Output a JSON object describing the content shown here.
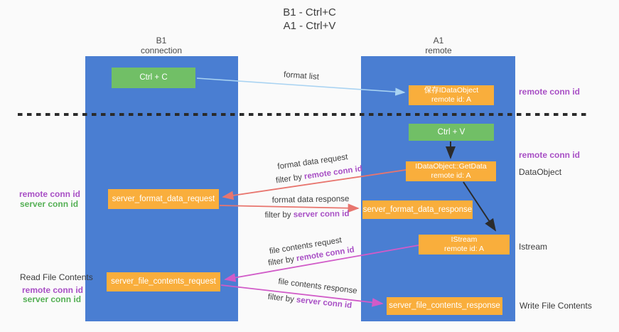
{
  "title": {
    "line1": "B1 - Ctrl+C",
    "line2": "A1 - Ctrl+V"
  },
  "columns": {
    "left": {
      "name": "B1",
      "subtitle": "connection"
    },
    "right": {
      "name": "A1",
      "subtitle": "remote"
    }
  },
  "nodes": {
    "ctrl_c": "Ctrl + C",
    "ctrl_v": "Ctrl + V",
    "save_dataobject": {
      "line1": "保存IDataObject",
      "line2": "remote id: A"
    },
    "getdata": {
      "line1": "IDataObject::GetData",
      "line2": "remote id: A"
    },
    "istream": {
      "line1": "IStream",
      "line2": "remote id: A"
    },
    "format_request": "server_format_data_request",
    "format_response": "server_format_data_response",
    "file_request": "server_file_contents_request",
    "file_response": "server_file_contents_response"
  },
  "edges": {
    "format_list": {
      "label": "format list"
    },
    "format_request": {
      "line1": "format data request",
      "filter_prefix": "filter by ",
      "filter_key": "remote conn id"
    },
    "format_response": {
      "line1": "format data response",
      "filter_prefix": "filter by ",
      "filter_key": "server conn id"
    },
    "file_request": {
      "line1": "file contents request",
      "filter_prefix": "filter by ",
      "filter_key": "remote conn id"
    },
    "file_response": {
      "line1": "file contents response",
      "filter_prefix": "filter by ",
      "filter_key": "server conn id"
    }
  },
  "side_labels": {
    "right_remote_top": "remote conn id",
    "right_remote_mid": "remote conn id",
    "dataobject": "DataObject",
    "istream": "Istream",
    "write_file": "Write File Contents",
    "left_remote_mid": "remote conn id",
    "left_server_mid": "server conn id",
    "read_file": "Read File Contents",
    "left_remote_bottom": "remote conn id",
    "left_server_bottom": "server conn id"
  },
  "colors": {
    "column_blue": "#4a7ed2",
    "box_green": "#71bf66",
    "box_orange": "#f9ae3c",
    "purple_text": "#a84fc5",
    "green_text": "#55b055",
    "arrow_blue": "#a9d3f2",
    "arrow_red": "#e8756e",
    "arrow_magenta": "#d15bc8",
    "arrow_black": "#2b2b2b",
    "dashed_line": "#2b2b2b",
    "background": "#fafafa",
    "text_dark": "#3c3c3c"
  }
}
